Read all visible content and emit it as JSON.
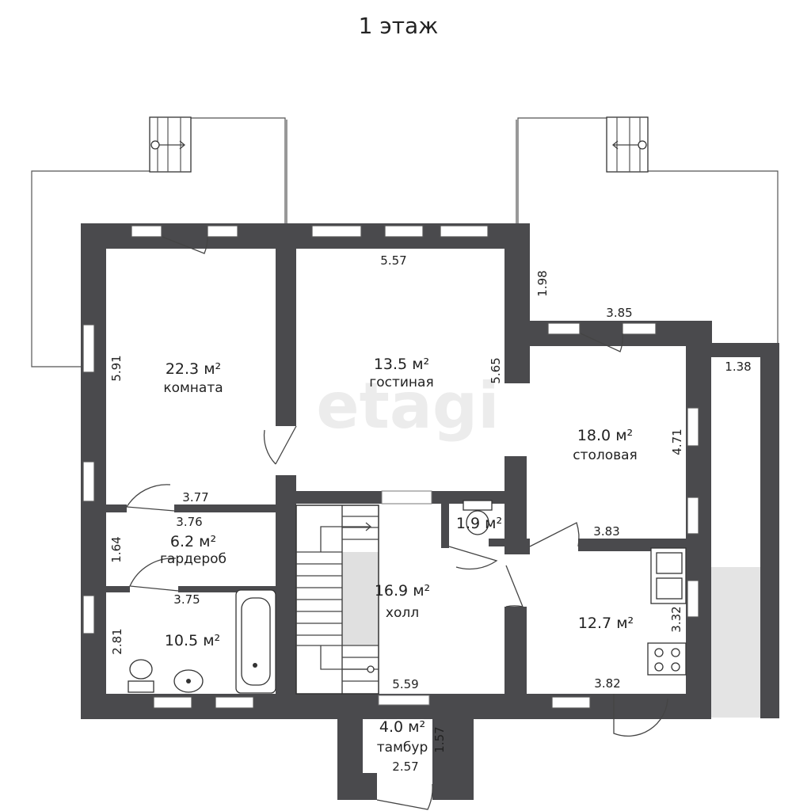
{
  "title": "1 этаж",
  "watermark": "etagi",
  "rooms": {
    "komnata": {
      "area": "22.3 м²",
      "name": "комната"
    },
    "gostinaya": {
      "area": "13.5 м²",
      "name": "гостиная"
    },
    "stolovaya": {
      "area": "18.0 м²",
      "name": "столовая"
    },
    "garderob": {
      "area": "6.2 м²",
      "name": "гардероб"
    },
    "wc": {
      "area": "1.9 м²"
    },
    "holl": {
      "area": "16.9 м²",
      "name": "холл"
    },
    "bathroom": {
      "area": "10.5 м²"
    },
    "kitchen": {
      "area": "12.7 м²"
    },
    "tambur": {
      "area": "4.0 м²",
      "name": "тамбур"
    }
  },
  "dimensions": {
    "d_5_57": "5.57",
    "d_1_98": "1.98",
    "d_3_85": "3.85",
    "d_5_91": "5.91",
    "d_5_65": "5.65",
    "d_1_38": "1.38",
    "d_4_71": "4.71",
    "d_3_77": "3.77",
    "d_3_76": "3.76",
    "d_1_64": "1.64",
    "d_3_83": "3.83",
    "d_3_75": "3.75",
    "d_2_81": "2.81",
    "d_3_32": "3.32",
    "d_5_59": "5.59",
    "d_3_82": "3.82",
    "d_1_57": "1.57",
    "d_2_57": "2.57"
  }
}
